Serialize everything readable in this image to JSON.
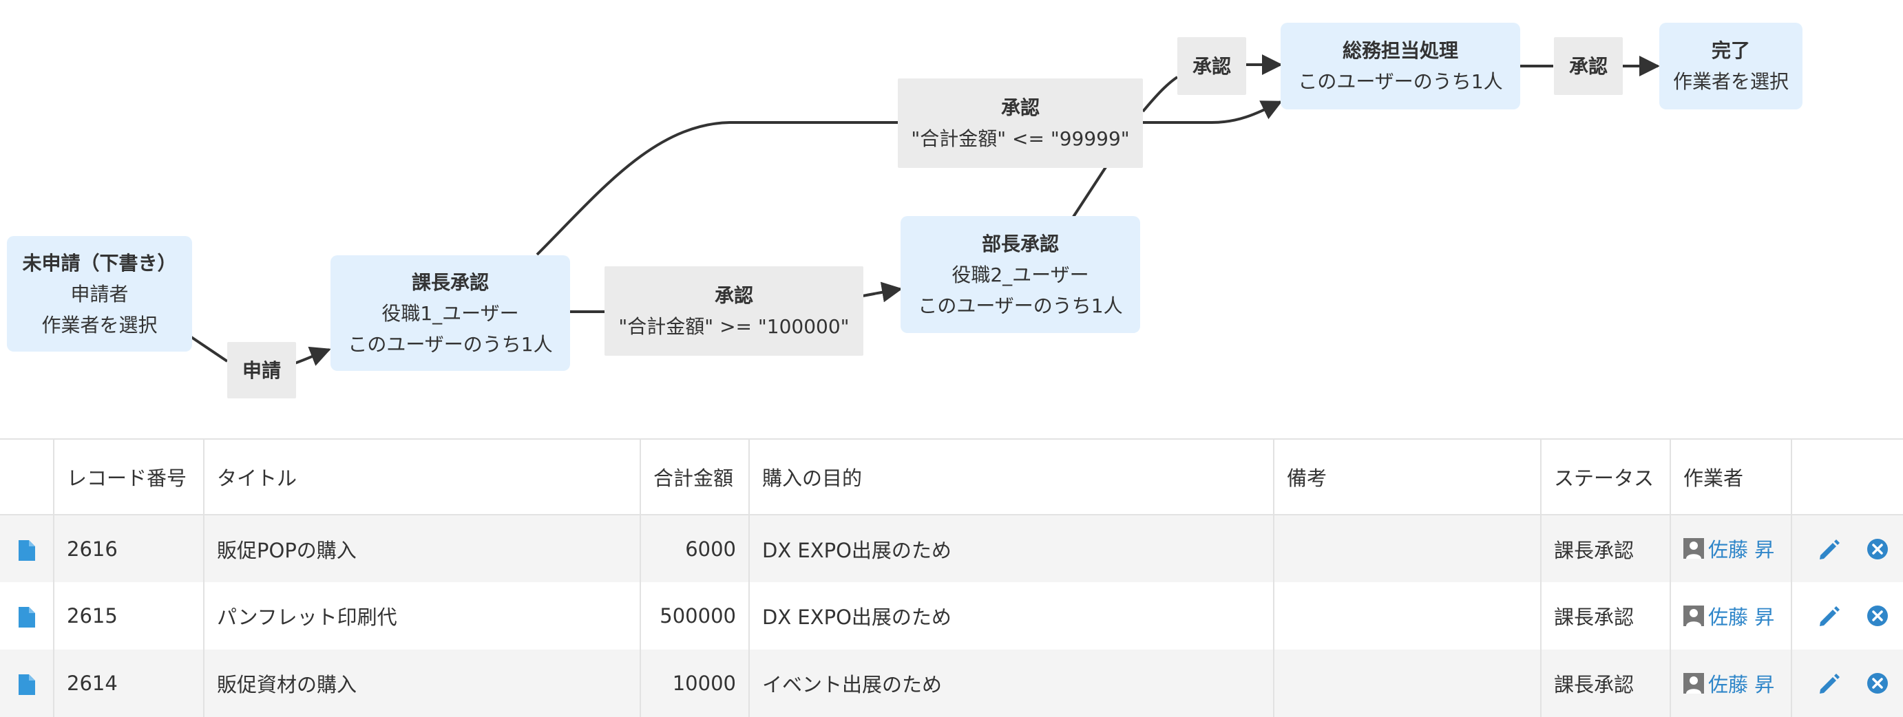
{
  "workflow": {
    "draft": {
      "title": "未申請（下書き）",
      "line1": "申請者",
      "line2": "作業者を選択"
    },
    "apply": {
      "label": "申請"
    },
    "section_chief": {
      "title": "課長承認",
      "line1": "役職1_ユーザー",
      "line2": "このユーザーのうち1人"
    },
    "approve_high": {
      "title": "承認",
      "condition": "\"合計金額\" >= \"100000\""
    },
    "manager": {
      "title": "部長承認",
      "line1": "役職2_ユーザー",
      "line2": "このユーザーのうち1人"
    },
    "approve_low": {
      "title": "承認",
      "condition": "\"合計金額\" <= \"99999\""
    },
    "approve_to_general": {
      "label": "承認"
    },
    "general_affairs": {
      "title": "総務担当処理",
      "line1": "このユーザーのうち1人"
    },
    "approve_to_done": {
      "label": "承認"
    },
    "done": {
      "title": "完了",
      "line1": "作業者を選択"
    }
  },
  "table": {
    "headers": [
      "",
      "レコード番号",
      "タイトル",
      "合計金額",
      "購入の目的",
      "備考",
      "ステータス",
      "作業者",
      ""
    ],
    "rows": [
      {
        "id": "2616",
        "title": "販促POPの購入",
        "amount": "6000",
        "purpose": "DX EXPO出展のため",
        "note": "",
        "status": "課長承認",
        "worker": "佐藤 昇"
      },
      {
        "id": "2615",
        "title": "パンフレット印刷代",
        "amount": "500000",
        "purpose": "DX EXPO出展のため",
        "note": "",
        "status": "課長承認",
        "worker": "佐藤 昇"
      },
      {
        "id": "2614",
        "title": "販促資材の購入",
        "amount": "10000",
        "purpose": "イベント出展のため",
        "note": "",
        "status": "課長承認",
        "worker": "佐藤 昇"
      }
    ]
  },
  "colors": {
    "state_bg": "#e2f0fd",
    "action_bg": "#ebebeb",
    "link": "#2f86c9",
    "doc_icon": "#3498db"
  }
}
